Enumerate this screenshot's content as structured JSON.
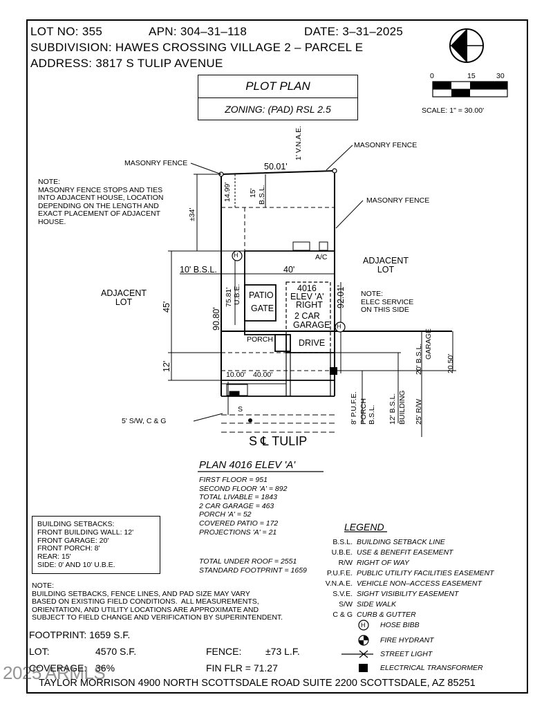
{
  "header": {
    "lot": "LOT NO: 355",
    "apn": "APN: 304–31–118",
    "date": "DATE: 3–31–2025",
    "subdivision": "SUBDIVISION: HAWES CROSSING VILLAGE 2 – PARCEL E",
    "address": "ADDRESS: 3817 S TULIP AVENUE"
  },
  "title_block": {
    "title": "PLOT PLAN",
    "zoning": "ZONING: (PAD) RSL 2.5"
  },
  "scale": {
    "ticks": [
      "0",
      "15",
      "30"
    ],
    "label": "SCALE: 1\" = 30.00'"
  },
  "plan_labels": {
    "masonry_fence_left": "MASONRY FENCE",
    "masonry_fence_top": "MASONRY FENCE",
    "masonry_fence_right": "MASONRY FENCE",
    "vnae": "1' V.N.A.E.",
    "width_top": "50.01'",
    "rear_fence": "14.99'",
    "rear_bsl": "15'",
    "bsl_tag": "B.S.L.",
    "depth_34": "±34'",
    "ac": "A/C",
    "side_bsl": "10' B.S.L.",
    "width_40": "40'",
    "adjacent_lot_left": "ADJACENT\nLOT",
    "adjacent_lot_right": "ADJACENT\nLOT",
    "dim_45": "45'",
    "dim_90_80": "90.80'",
    "dim_75_81": "75.81'",
    "ube": "U.B.E.",
    "patio": "PATIO",
    "gate": "GATE",
    "house_plan": "4016",
    "house_elev": "ELEV 'A'",
    "house_right": "RIGHT",
    "garage_1": "2 CAR",
    "garage_2": "GARAGE",
    "dim_92_01": "92.01'",
    "porch": "PORCH",
    "drive": "DRIVE",
    "elec_note": "NOTE:\nELEC SERVICE\nON THIS SIDE",
    "dim_12": "12'",
    "dim_10_00": "10.00'",
    "dim_40_00": "40.00'",
    "garage_bsl": "20' B.S.L.",
    "garage_tag": "GARAGE",
    "dim_20_50": "20.50'",
    "pufe": "8' P.U.F.E.",
    "porch_bsl_1": "PORCH",
    "porch_bsl_2": "B.S.L.",
    "building_bsl_1": "12' B.S.L.",
    "building_bsl_2": "BUILDING",
    "row": "25' R/W",
    "sidewalk": "5' S/W, C & G",
    "street": "S  ℄ TULIP",
    "hose_h": "H",
    "street_s": "S"
  },
  "fence_note": "NOTE:\nMASONRY FENCE STOPS AND TIES\nINTO ADJACENT HOUSE, LOCATION\nDEPENDING ON THE LENGTH AND\nEXACT PLACEMENT OF ADJACENT\nHOUSE.",
  "plan_stats": {
    "title": "PLAN 4016 ELEV 'A'",
    "lines": [
      "FIRST FLOOR = 951",
      "SECOND FLOOR 'A' = 892",
      "TOTAL LIVABLE = 1843",
      "2 CAR GARAGE = 463",
      "PORCH 'A' = 52",
      "COVERED PATIO = 172",
      "PROJECTIONS 'A' = 21"
    ],
    "totals": [
      "TOTAL UNDER ROOF = 2551",
      "STANDARD FOOTPRINT = 1659"
    ]
  },
  "setbacks": [
    "BUILDING SETBACKS:",
    "FRONT BUILDING WALL: 12'",
    "FRONT GARAGE: 20'",
    "FRONT PORCH: 8'",
    "REAR: 15'",
    "SIDE: 0' AND 10' U.B.E."
  ],
  "bottom_note": "NOTE:\nBUILDING SETBACKS, FENCE LINES, AND PAD SIZE MAY VARY\nBASED ON EXISTING FIELD CONDITIONS.  ALL MEASUREMENTS,\nORIENTATION, AND UTILITY LOCATIONS ARE APPROXIMATE AND\nSUBJECT TO FIELD CHANGE AND VERIFICATION BY SUPERINTENDENT.",
  "summary": {
    "footprint": "FOOTPRINT: 1659 S.F.",
    "lot_label": "LOT:",
    "lot_value": "4570 S.F.",
    "coverage_label": "COVERAGE:",
    "coverage_value": "36%",
    "fence_label": "FENCE:",
    "fence_value": "±73 L.F.",
    "fin_flr": "FIN FLR =  71.27"
  },
  "legend": {
    "title": "LEGEND",
    "items": [
      {
        "abbr": "B.S.L.",
        "desc": "BUILDING SETBACK LINE"
      },
      {
        "abbr": "U.B.E.",
        "desc": "USE & BENEFIT EASEMENT"
      },
      {
        "abbr": "R/W",
        "desc": "RIGHT OF WAY"
      },
      {
        "abbr": "P.U.F.E.",
        "desc": "PUBLIC UTILITY FACILITIES EASEMENT"
      },
      {
        "abbr": "V.N.A.E.",
        "desc": "VEHICLE NON–ACCESS EASEMENT"
      },
      {
        "abbr": "S.V.E.",
        "desc": "SIGHT VISIBILITY EASEMENT"
      },
      {
        "abbr": "S/W",
        "desc": "SIDE WALK"
      },
      {
        "abbr": "C & G",
        "desc": "CURB & GUTTER"
      }
    ],
    "symbols": [
      {
        "icon": "hose-bibb-icon",
        "desc": "HOSE BIBB"
      },
      {
        "icon": "fire-hydrant-icon",
        "desc": "FIRE HYDRANT"
      },
      {
        "icon": "street-light-icon",
        "desc": "STREET LIGHT"
      },
      {
        "icon": "electrical-transformer-icon",
        "desc": "ELECTRICAL TRANSFORMER"
      }
    ]
  },
  "footer": "TAYLOR MORRISON 4900 NORTH SCOTTSDALE ROAD SUITE 2200 SCOTTSDALE, AZ  85251",
  "watermark": "2025 ARMLS"
}
